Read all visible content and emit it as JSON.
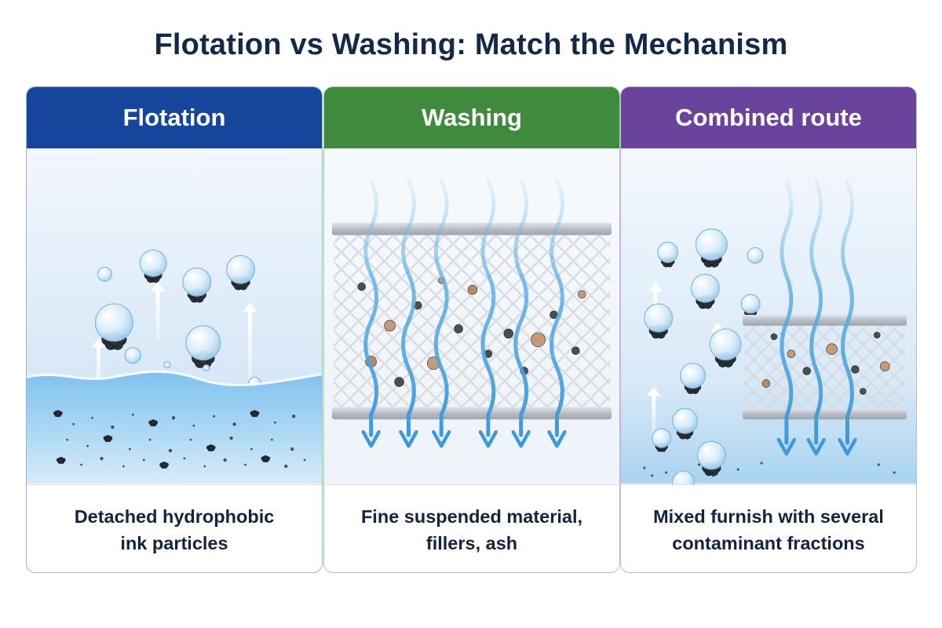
{
  "title": "Flotation vs Washing: Match the Mechanism",
  "colors": {
    "flotation": "#15469b",
    "washing": "#3f8a3c",
    "combined": "#6a449c",
    "ink": "#2b2f36",
    "water": "#4aa3e0"
  },
  "cards": [
    {
      "header": "Flotation",
      "caption_lines": [
        "Detached hydrophobic",
        "ink particles"
      ],
      "icons": [
        "air-bubble-icon",
        "ink-particle-icon",
        "up-arrow-icon"
      ]
    },
    {
      "header": "Washing",
      "caption_lines": [
        "Fine suspended material,",
        "fillers, ash"
      ],
      "icons": [
        "wire-mesh-screen-icon",
        "water-flow-arrow-icon",
        "filler-particle-icon"
      ]
    },
    {
      "header": "Combined route",
      "caption_lines": [
        "Mixed furnish with several",
        "contaminant fractions"
      ],
      "icons": [
        "air-bubble-icon",
        "wire-mesh-screen-icon",
        "water-flow-arrow-icon"
      ]
    }
  ]
}
